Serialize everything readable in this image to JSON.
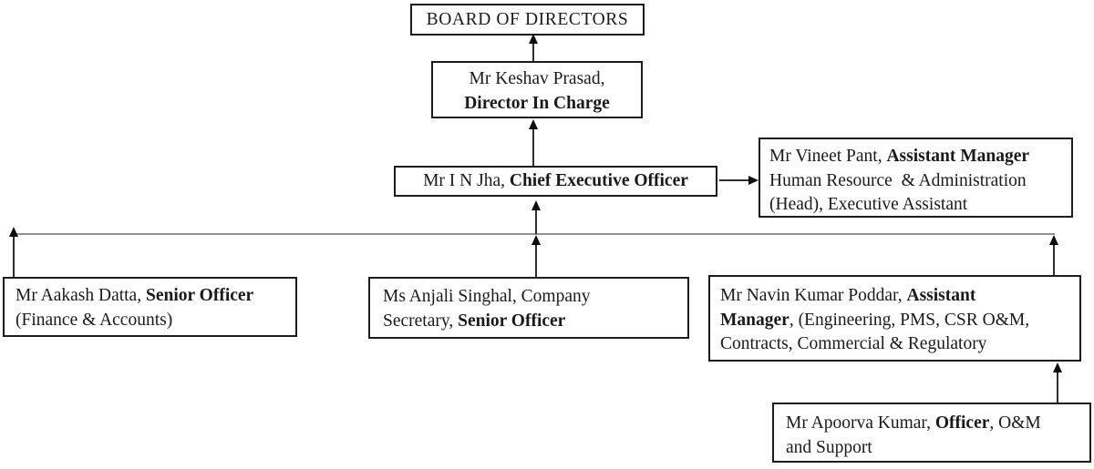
{
  "diagram": {
    "type": "org-chart",
    "colors": {
      "box_border": "#1c1c1c",
      "main_horizontal_line": "#8f8f8f",
      "arrow": "#0d0d0d",
      "background": "#ffffff",
      "text": "#1a1a1a"
    },
    "nodes": {
      "board": {
        "role": "Board of Directors",
        "lines": [
          [
            {
              "t": "BOARD OF DIRECTORS"
            }
          ]
        ]
      },
      "director_in_charge": {
        "role": "Director In Charge",
        "lines": [
          [
            {
              "t": "Mr Keshav Prasad,"
            }
          ],
          [
            {
              "t": "Director In Charge",
              "b": true
            }
          ]
        ]
      },
      "chief_executive_officer": {
        "role": "Chief Executive Officer",
        "lines": [
          [
            {
              "t": "Mr I N Jha, "
            },
            {
              "t": "Chief Executive Officer",
              "b": true
            }
          ]
        ]
      },
      "assistant_manager_hr": {
        "role": "Assistant Manager, Human Resource & Administration (Head), Executive Assistant",
        "lines": [
          [
            {
              "t": "Mr Vineet Pant, "
            },
            {
              "t": "Assistant Manager",
              "b": true
            }
          ],
          [
            {
              "t": "Human Resource  & Administration"
            }
          ],
          [
            {
              "t": "(Head), Executive Assistant"
            }
          ]
        ]
      },
      "senior_officer_finance": {
        "role": "Senior Officer (Finance & Accounts)",
        "lines": [
          [
            {
              "t": "Mr Aakash Datta, "
            },
            {
              "t": "Senior Officer",
              "b": true
            }
          ],
          [
            {
              "t": "(Finance & Accounts)"
            }
          ]
        ]
      },
      "company_secretary": {
        "role": "Company Secretary, Senior Officer",
        "lines": [
          [
            {
              "t": "Ms Anjali Singhal, Company"
            }
          ],
          [
            {
              "t": "Secretary, "
            },
            {
              "t": "Senior Officer",
              "b": true
            }
          ]
        ]
      },
      "assistant_manager_engineering": {
        "role": "Assistant Manager (Engineering, PMS, CSR O&M, Contracts, Commercial & Regulatory)",
        "lines": [
          [
            {
              "t": "Mr Navin Kumar Poddar, "
            },
            {
              "t": "Assistant",
              "b": true
            }
          ],
          [
            {
              "t": "Manager",
              "b": true
            },
            {
              "t": ", (Engineering, PMS, CSR O&M,"
            }
          ],
          [
            {
              "t": "Contracts, Commercial & Regulatory"
            }
          ]
        ]
      },
      "officer_om_support": {
        "role": "Officer, O&M and Support",
        "lines": [
          [
            {
              "t": "Mr Apoorva Kumar, "
            },
            {
              "t": "Officer",
              "b": true
            },
            {
              "t": ", O&M"
            }
          ],
          [
            {
              "t": "and Support"
            }
          ]
        ]
      }
    },
    "edges": [
      {
        "from": "director_in_charge",
        "to": "board",
        "arrow": "up"
      },
      {
        "from": "chief_executive_officer",
        "to": "director_in_charge",
        "arrow": "up"
      },
      {
        "from": "chief_executive_officer",
        "to": "assistant_manager_hr",
        "arrow": "right"
      },
      {
        "from": "senior_officer_finance",
        "to": "chief_executive_officer",
        "arrow": "up",
        "via": "horizontal-line"
      },
      {
        "from": "company_secretary",
        "to": "chief_executive_officer",
        "arrow": "up",
        "via": "horizontal-line"
      },
      {
        "from": "assistant_manager_engineering",
        "to": "chief_executive_officer",
        "arrow": "up",
        "via": "horizontal-line"
      },
      {
        "from": "officer_om_support",
        "to": "assistant_manager_engineering",
        "arrow": "up"
      }
    ]
  }
}
